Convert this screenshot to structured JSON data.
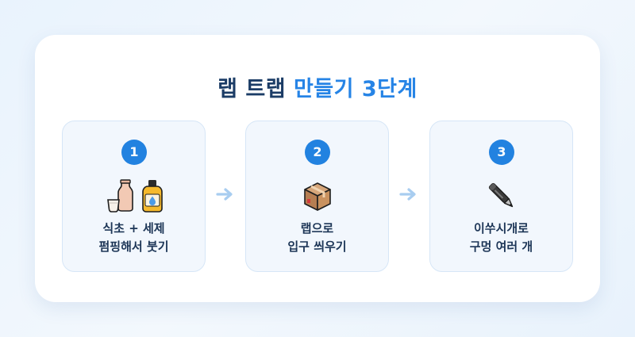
{
  "title": {
    "part1": "랩 트랩",
    "part2": "만들기 3단계"
  },
  "colors": {
    "accent": "#2282e0",
    "title_dark": "#1b3c66",
    "card_bg": "#f2f7fd"
  },
  "steps": [
    {
      "number": "1",
      "icons": [
        "sake-bottle-icon",
        "detergent-bottle-icon"
      ],
      "line1": "식초 + 세제",
      "line2": "펌핑해서 붓기"
    },
    {
      "number": "2",
      "icons": [
        "package-box-icon"
      ],
      "line1": "랩으로",
      "line2": "입구 씌우기"
    },
    {
      "number": "3",
      "icons": [
        "pen-icon"
      ],
      "line1": "이쑤시개로",
      "line2": "구멍 여러 개"
    }
  ],
  "arrows": [
    "right-arrow-icon",
    "right-arrow-icon"
  ]
}
